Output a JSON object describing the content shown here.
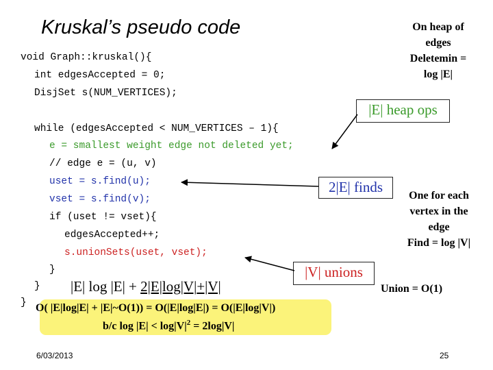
{
  "title": "Kruskal’s pseudo code",
  "code": {
    "l1": "void Graph::kruskal(){",
    "l2": "int edgesAccepted = 0;",
    "l3": "DisjSet s(NUM_VERTICES);",
    "l4": "while (edgesAccepted < NUM_VERTICES – 1){",
    "l5": "e = smallest weight edge not deleted yet;",
    "l6": "// edge e = (u, v)",
    "l7": "uset = s.find(u);",
    "l8": "vset = s.find(v);",
    "l9": "if (uset != vset){",
    "l10": "edgesAccepted++;",
    "l11": "s.unionSets(uset, vset);",
    "l12": "}",
    "l13": "}",
    "l14": "}"
  },
  "notes": {
    "heap_l1": "On heap of",
    "heap_l2": "edges",
    "heap_l3": "Deletemin =",
    "heap_l4": "log |E|",
    "vertex_l1": "One for each",
    "vertex_l2": "vertex in the",
    "vertex_l3": "edge",
    "vertex_l4": "Find = log |V|",
    "union": "Union = O(1)"
  },
  "boxes": {
    "heap_ops": "|E| heap ops",
    "finds": "2|E| finds",
    "unions": "|V| unions"
  },
  "handwritten": {
    "part1": "|E| log |E| +",
    "part2": "2|E|log|V|",
    "part3": "+|V|"
  },
  "summary": {
    "line1": "O( |E|log|E| + |E|~O(1)) = O(|E|log|E|) = O(|E|log|V|)",
    "line2_a": "b/c log |E| < log|V|",
    "line2_sup": "2",
    "line2_b": " = 2log|V|"
  },
  "footer": {
    "date": "6/03/2013",
    "page": "25"
  },
  "colors": {
    "green": "#3a9a2a",
    "blue": "#2233aa",
    "red": "#cc2222",
    "highlight": "#fbf37a"
  }
}
